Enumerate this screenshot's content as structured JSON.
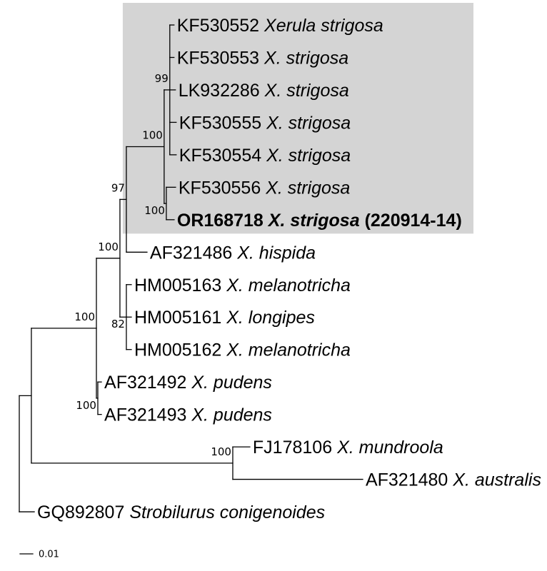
{
  "tree": {
    "children": [
      {
        "length": 0.0094,
        "children": [
          {
            "length": 0.0506,
            "bootstrap": 100,
            "children": [
              {
                "length": 0.0183,
                "bootstrap": 100,
                "children": [
                  {
                    "length": 0.005,
                    "bootstrap": 97,
                    "children": [
                      {
                        "length": 0.0294,
                        "bootstrap": 100,
                        "highlighted": true,
                        "children": [
                          {
                            "length": 0.0044,
                            "bootstrap": 99,
                            "children": [
                              {
                                "accession": "KF530552",
                                "species": "Xerula strigosa",
                                "length": 0.0033
                              },
                              {
                                "accession": "KF530553",
                                "species": "X. strigosa",
                                "length": 0.0033
                              },
                              {
                                "accession": "LK932286",
                                "species": "X. strigosa",
                                "length": 0.0044
                              },
                              {
                                "accession": "KF530555",
                                "species": "X. strigosa",
                                "length": 0.005
                              },
                              {
                                "accession": "KF530554",
                                "species": "X. strigosa",
                                "length": 0.005
                              }
                            ]
                          },
                          {
                            "length": 0.0017,
                            "bootstrap": 100,
                            "children": [
                              {
                                "accession": "KF530556",
                                "species": "X. strigosa",
                                "length": 0.0072
                              },
                              {
                                "accession": "OR168718",
                                "species": "X. strigosa",
                                "voucher": "(220914-14)",
                                "bold": true,
                                "length": 0.0061
                              }
                            ]
                          }
                        ]
                      },
                      {
                        "accession": "AF321486",
                        "species": "X. hispida",
                        "length": 0.0161
                      }
                    ]
                  },
                  {
                    "length": 0.005,
                    "bootstrap": 82,
                    "children": [
                      {
                        "accession": "HM005163",
                        "species": "X. melanotricha",
                        "length": 0.0039
                      },
                      {
                        "accession": "HM005161",
                        "species": "X. longipes",
                        "length": 0.0039
                      },
                      {
                        "accession": "HM005162",
                        "species": "X. melanotricha",
                        "length": 0.0039
                      }
                    ]
                  }
                ]
              },
              {
                "length": 0.0011,
                "bootstrap": 100,
                "children": [
                  {
                    "accession": "AF321492",
                    "species": "X. pudens",
                    "length": 0.0028
                  },
                  {
                    "accession": "AF321493",
                    "species": "X. pudens",
                    "length": 0.0028
                  }
                ]
              }
            ]
          },
          {
            "length": 0.1567,
            "bootstrap": 100,
            "children": [
              {
                "accession": "FJ178106",
                "species": "X. mundroola",
                "length": 0.0133
              },
              {
                "accession": "AF321480",
                "species": "X. australis",
                "length": 0.1011
              }
            ]
          }
        ]
      },
      {
        "accession": "GQ892807",
        "species": "Strobilurus conigenoides",
        "length": 0.0117
      }
    ]
  },
  "scale_bar": {
    "label": "0.01",
    "value": 0.01
  },
  "colors": {
    "highlight": "#d4d4d4",
    "branch": "#000000",
    "text": "#000000"
  }
}
